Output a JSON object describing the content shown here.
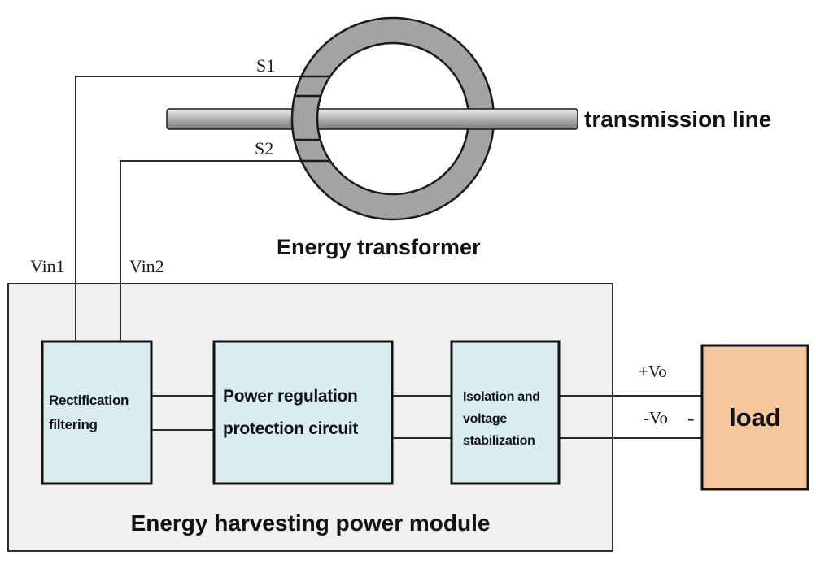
{
  "transformer": {
    "label": "Energy transformer",
    "transmission_line_label": "transmission line",
    "s1": "S1",
    "s2": "S2",
    "ring_color": "#a3a3a3",
    "bar_colors": {
      "top": "#ececec",
      "mid": "#bdbdbd",
      "bottom": "#787878"
    }
  },
  "inputs": {
    "vin1": "Vin1",
    "vin2": "Vin2"
  },
  "module": {
    "label": "Energy harvesting power module",
    "fill": "#f0f0f0",
    "boxes": [
      {
        "id": "rectification-filtering",
        "fill": "#d9ecf1",
        "lines": [
          "Rectification",
          "filtering"
        ]
      },
      {
        "id": "power-regulation-protection",
        "fill": "#d9ecf1",
        "lines": [
          "Power regulation",
          "protection circuit"
        ]
      },
      {
        "id": "isolation-voltage-stabilization",
        "fill": "#d9ecf1",
        "lines": [
          "Isolation and",
          "voltage",
          "stabilization"
        ]
      }
    ]
  },
  "outputs": {
    "plus_vo": "+Vo",
    "minus_vo": "-Vo",
    "minus_terminal": "-"
  },
  "load": {
    "label": "load",
    "fill": "#f6c69c"
  },
  "colors": {
    "line": "#2b2b2b",
    "box_border": "#111111"
  }
}
